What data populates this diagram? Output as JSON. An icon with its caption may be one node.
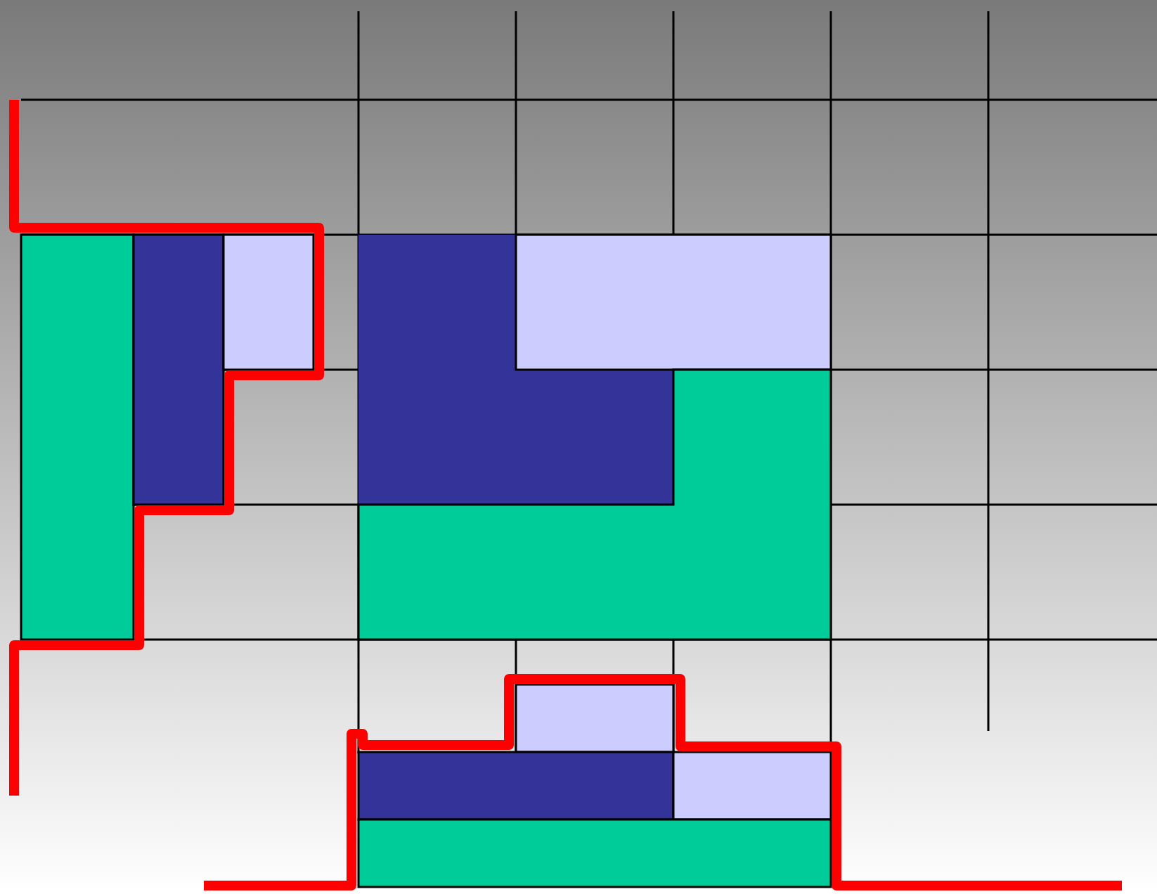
{
  "diagram": {
    "nodes": [
      {
        "text": [],
        "shape": "box"
      },
      {
        "text": [],
        "shape": "box"
      },
      {
        "text": [],
        "shape": "box"
      },
      {
        "text": [],
        "shape": "box"
      },
      {
        "text": [],
        "shape": "box"
      },
      {
        "text": [],
        "shape": "box"
      },
      {
        "text": [],
        "shape": "box"
      },
      {
        "text": [],
        "shape": "box"
      },
      {
        "text": [],
        "shape": "box"
      },
      {
        "text": [],
        "shape": "box"
      }
    ]
  }
}
